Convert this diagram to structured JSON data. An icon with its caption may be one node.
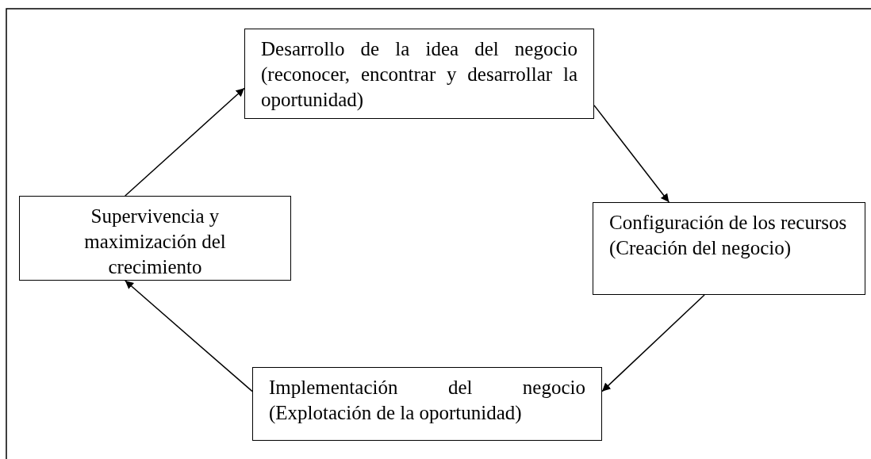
{
  "diagram": {
    "nodes": [
      {
        "text": [
          "Desarrollo de la idea del negocio (reconocer, encontrar y desarrollar la oportunidad)"
        ]
      },
      {
        "text": [
          "Configuración de los recursos (Creación del negocio)"
        ]
      },
      {
        "text": [
          "Implementación del negocio (Explotación de la oportunidad)"
        ]
      },
      {
        "text": [
          "Supervivencia y maximización del crecimiento"
        ]
      }
    ],
    "edges": [
      {
        "from": 0,
        "to": 1,
        "arrow": "to"
      },
      {
        "from": 1,
        "to": 2,
        "arrow": "to"
      },
      {
        "from": 2,
        "to": 3,
        "arrow": "to"
      },
      {
        "from": 3,
        "to": 0,
        "arrow": "to"
      }
    ]
  }
}
